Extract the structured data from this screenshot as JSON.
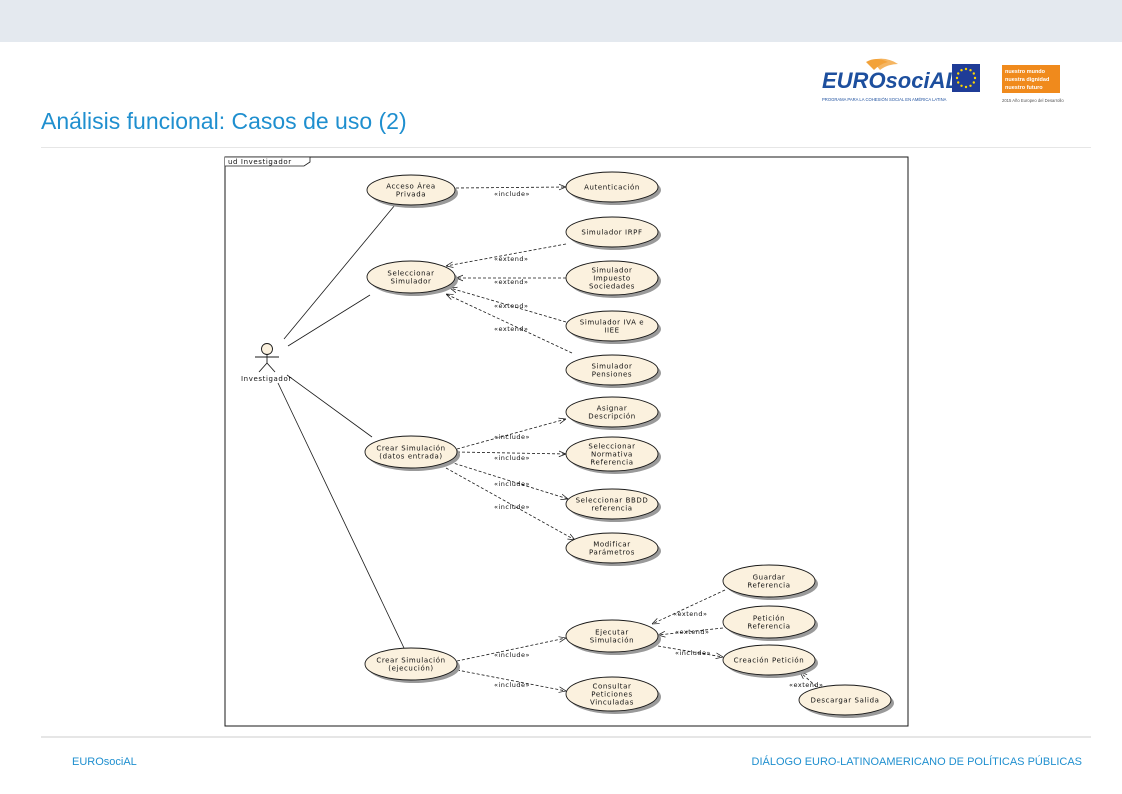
{
  "slide": {
    "title": "Análisis funcional: Casos de uso (2)",
    "footer_left": "EUROsociAL",
    "footer_right": "DIÁLOGO EURO-LATINOAMERICANO DE POLÍTICAS PÚBLICAS"
  },
  "logos": {
    "eurosocial_text": "EUROsociAL",
    "eurosocial_tagline": "PROGRAMA PARA LA COHESIÓN SOCIAL EN AMÉRICA LATINA",
    "campaign_lines": [
      "nuestro mundo",
      "nuestra dignidad",
      "nuestro futuro"
    ],
    "campaign_caption": "2015 Año Europeo del Desarrollo",
    "colors": {
      "eurosocial_blue": "#1d4f9e",
      "eurosocial_orange": "#f2a23a",
      "eu_blue": "#1f3c97",
      "eu_star": "#ffd700",
      "campaign_orange": "#f08a1c"
    }
  },
  "diagram": {
    "frame_label": "ud Investigador",
    "actor": "Investigador",
    "stereotypes": {
      "include": "«include»",
      "extend": "«extend»"
    },
    "use_cases": {
      "acceso": [
        "Acceso Área",
        "Privada"
      ],
      "autenticacion": [
        "Autenticación"
      ],
      "seleccionar_sim": [
        "Seleccionar",
        "Simulador"
      ],
      "sim_irpf": [
        "Simulador IRPF"
      ],
      "sim_is": [
        "Simulador",
        "Impuesto",
        "Sociedades"
      ],
      "sim_iva": [
        "Simulador IVA e",
        "IIEE"
      ],
      "sim_pensiones": [
        "Simulador",
        "Pensiones"
      ],
      "crear_datos": [
        "Crear Simulación",
        "(datos entrada)"
      ],
      "asignar_desc": [
        "Asignar",
        "Descripción"
      ],
      "sel_normativa": [
        "Seleccionar",
        "Normativa",
        "Referencia"
      ],
      "sel_bbdd": [
        "Seleccionar BBDD",
        "referencia"
      ],
      "modificar": [
        "Modificar",
        "Parámetros"
      ],
      "crear_ejec": [
        "Crear Simulación",
        "(ejecución)"
      ],
      "ejecutar": [
        "Ejecutar",
        "Simulación"
      ],
      "consultar": [
        "Consultar",
        "Peticiones",
        "Vinculadas"
      ],
      "guardar": [
        "Guardar",
        "Referencia"
      ],
      "peticion_ref": [
        "Petición",
        "Referencia"
      ],
      "creacion_pet": [
        "Creación Petición"
      ],
      "descargar": [
        "Descargar Salida"
      ]
    },
    "colors": {
      "use_case_fill": "#fbf1de",
      "stroke": "#1a1a1a",
      "shadow": "#9a9a9a"
    }
  }
}
